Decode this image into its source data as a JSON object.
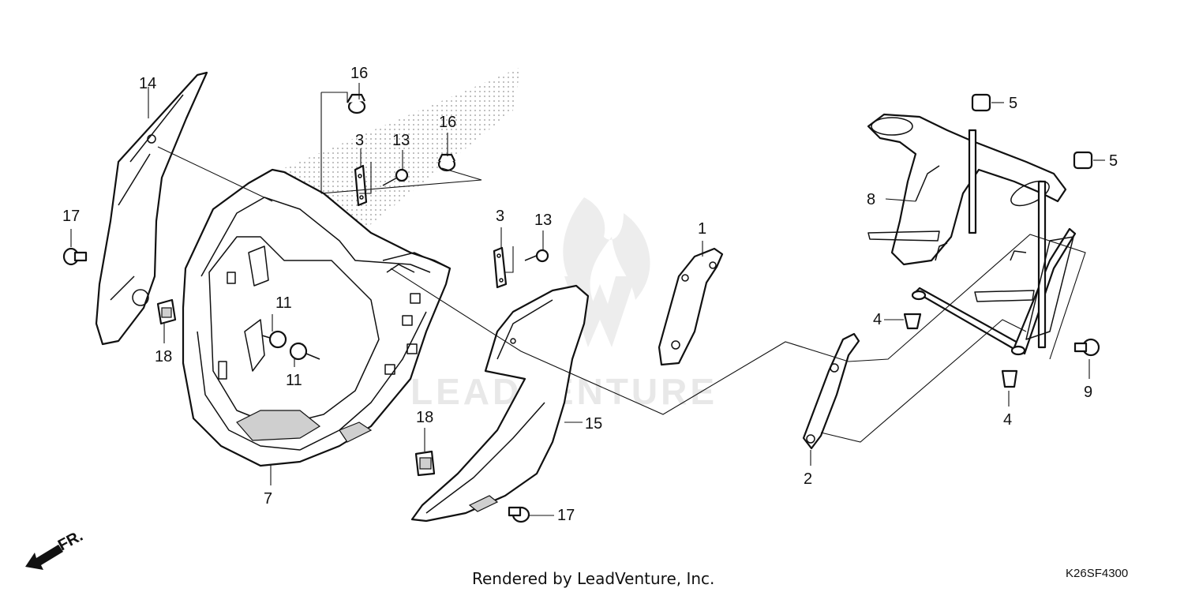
{
  "diagram": {
    "callouts": {
      "c1": "1",
      "c2": "2",
      "c3a": "3",
      "c3b": "3",
      "c4a": "4",
      "c4b": "4",
      "c5a": "5",
      "c5b": "5",
      "c7": "7",
      "c8": "8",
      "c9": "9",
      "c11a": "11",
      "c11b": "11",
      "c13a": "13",
      "c13b": "13",
      "c14": "14",
      "c15": "15",
      "c16a": "16",
      "c16b": "16",
      "c17a": "17",
      "c17b": "17",
      "c18a": "18",
      "c18b": "18"
    },
    "front_label": "FR.",
    "footer_text": "Rendered by LeadVenture, Inc.",
    "diagram_code": "K26SF4300",
    "watermark_text": "LEADVENTURE"
  }
}
